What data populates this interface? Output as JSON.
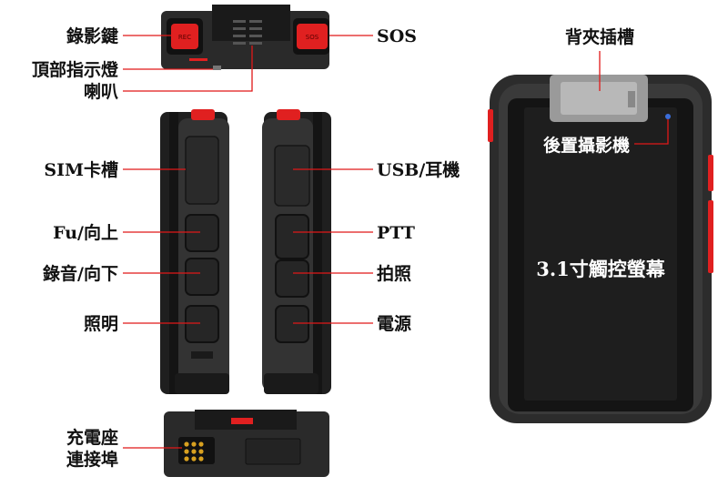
{
  "colors": {
    "accent_red": "#e01818",
    "device_body": "#2c2c2c",
    "device_dark": "#141414",
    "screen": "#1c1c1c",
    "button_red": "#e02020",
    "connector_gold": "#d8a020"
  },
  "labels": {
    "record_key": "錄影鍵",
    "top_indicator": "頂部指示燈",
    "speaker": "喇叭",
    "sos": "SOS",
    "sim_slot": "SIM卡槽",
    "fu_up": "Fu/向上",
    "audio_down": "錄音/向下",
    "light": "照明",
    "usb_headset": "USB/耳機",
    "ptt": "PTT",
    "photo": "拍照",
    "power": "電源",
    "charger_line1": "充電座",
    "charger_line2": "連接埠",
    "back_clip": "背夾插槽",
    "rear_camera": "後置攝影機",
    "screen": "3.1寸觸控螢幕"
  },
  "button_marks": {
    "record": "REC",
    "sos": "SOS"
  }
}
